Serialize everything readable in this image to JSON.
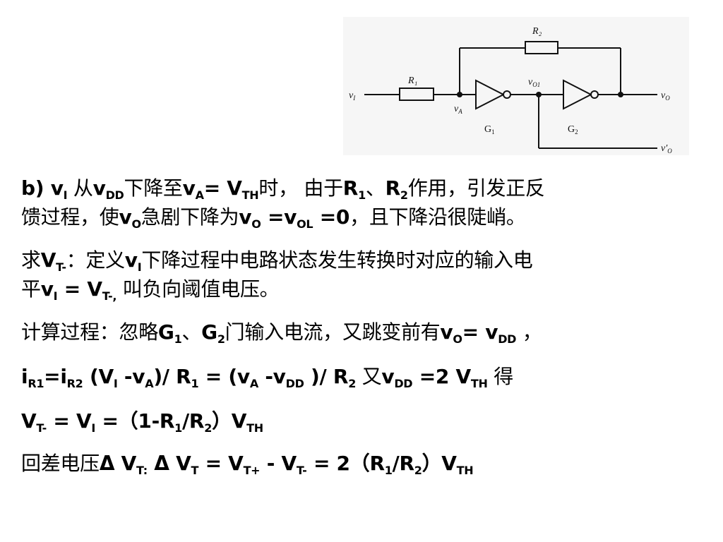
{
  "circuit": {
    "r1": "R₁",
    "r2": "R₂",
    "vi": "v",
    "vi_sub": "I",
    "va": "v",
    "va_sub": "A",
    "vo1": "v",
    "vo1_sub": "O1",
    "vo": "v",
    "vo_sub": "O",
    "vo_prime": "v′",
    "vo_prime_sub": "O",
    "g1": "G",
    "g1_sub": "1",
    "g2": "G",
    "g2_sub": "2"
  },
  "text": {
    "l1": [
      "b) v",
      "I",
      " 从",
      "v",
      "DD",
      "下降至",
      "v",
      "A",
      "= V",
      "TH",
      "时，  由于",
      "R",
      "1",
      "、",
      "R",
      "2",
      "作用，引发正反"
    ],
    "l2": [
      "馈过程，使",
      "v",
      "O",
      "急剧下降为",
      "v",
      "O",
      " =v",
      "OL",
      " =0",
      "，且下降沿很陡峭。"
    ],
    "l3": [
      "求",
      "V",
      "T-",
      "：定义",
      "v",
      "I",
      "下降过程中电路状态发生转换时对应的输入电"
    ],
    "l4": [
      "平",
      "v",
      "I",
      " = V",
      "T-,",
      "  叫负向阈值电压。"
    ],
    "l5": [
      "计算过程：忽略",
      "G",
      "1",
      "、",
      "G",
      "2",
      "门输入电流，又跳变前有",
      "v",
      "O",
      "= v",
      "DD",
      " ，"
    ],
    "l6": [
      "i",
      "R1",
      "=i",
      "R2",
      "   (V",
      "I",
      " -v",
      "A",
      ")/ R",
      "1",
      " = (v",
      "A",
      " -v",
      "DD",
      " )/ R",
      "2",
      "   又",
      "v",
      "DD",
      " =2 V",
      "TH",
      " 得"
    ],
    "l7": [
      "V",
      "T-",
      " = V",
      "I",
      " =（1-R",
      "1",
      "/R",
      "2",
      "）V",
      "TH"
    ],
    "l8": [
      "回差电压",
      "Δ V",
      "T:",
      "  Δ V",
      "T",
      " = V",
      "T+",
      " - V",
      "T-",
      " = 2（R",
      "1",
      "/R",
      "2",
      "）V",
      "TH"
    ]
  }
}
